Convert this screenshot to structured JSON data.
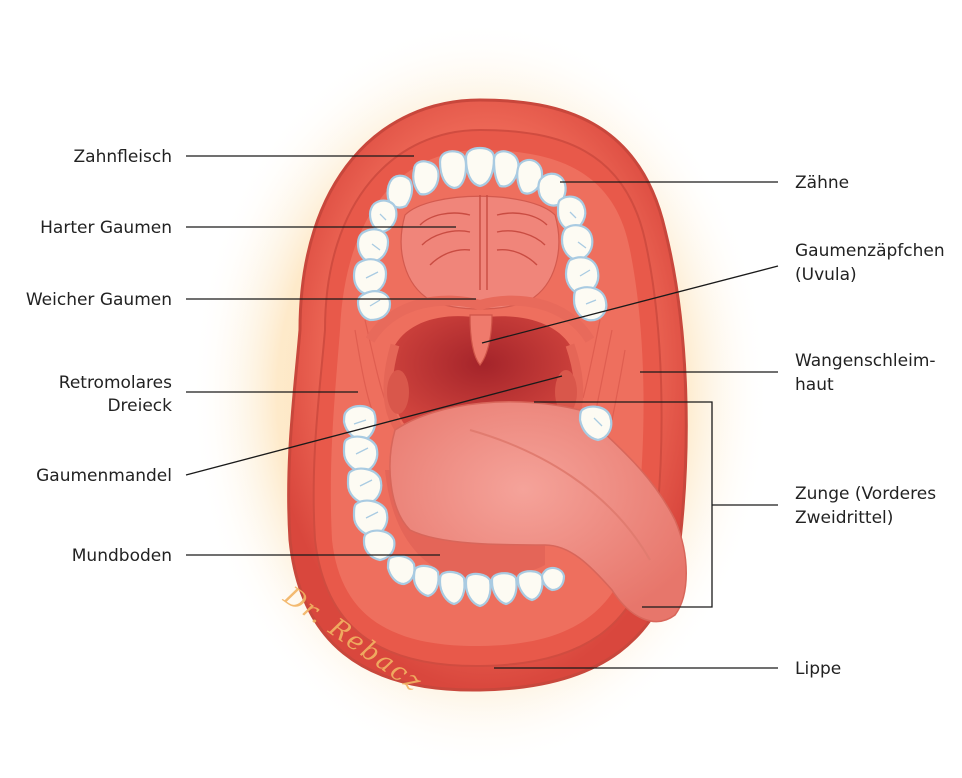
{
  "labels": {
    "zahnfleisch": "Zahnfleisch",
    "harter_gaumen": "Harter Gaumen",
    "weicher_gaumen": "Weicher Gaumen",
    "retromolares_line1": "Retromolares",
    "retromolares_line2": "Dreieck",
    "gaumenmandel": "Gaumenmandel",
    "mundboden": "Mundboden",
    "zaehne": "Zähne",
    "gaumenzaepfchen_line1": "Gaumenzäpfchen",
    "gaumenzaepfchen_line2": "(Uvula)",
    "wangenschleimhaut_line1": "Wangenschleim-",
    "wangenschleimhaut_line2": "haut",
    "zunge_line1": "Zunge (Vorderes",
    "zunge_line2": "Zweidrittel)",
    "lippe": "Lippe"
  },
  "signature": "Dr. Rebacz",
  "colors": {
    "glow": "#fbd9a0",
    "lip": "#ea5f4e",
    "lip_dark": "#c9423a",
    "mucosa": "#ee6e5e",
    "throat": "#b8302e",
    "tongue": "#f08a80",
    "tooth": "#fdfbf3",
    "tooth_outline": "#a9cbe2",
    "signature": "#f2b463"
  }
}
